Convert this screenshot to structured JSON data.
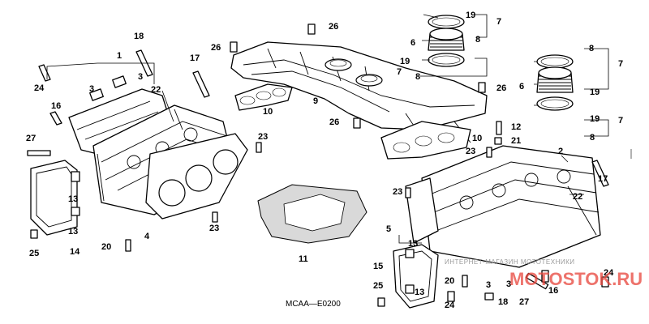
{
  "diagram": {
    "code": "MCAA—E0200",
    "watermark_text": "ИНТЕРНЕТ-МАГАЗИН МОТОТЕХНИКИ",
    "watermark_logo": "MOTOSTOK.RU",
    "callouts": {
      "c1": "1",
      "c2": "2",
      "c3a": "3",
      "c3b": "3",
      "c3c": "3",
      "c3d": "3",
      "c4": "4",
      "c5": "5",
      "c6a": "6",
      "c6b": "6",
      "c7a": "7",
      "c7b": "7",
      "c7c": "7",
      "c7d": "7",
      "c8a": "8",
      "c8b": "8",
      "c8c": "8",
      "c8d": "8",
      "c9": "9",
      "c10a": "10",
      "c10b": "10",
      "c11": "11",
      "c12": "12",
      "c13a": "13",
      "c13b": "13",
      "c13c": "13",
      "c13d": "13",
      "c14": "14",
      "c15": "15",
      "c16a": "16",
      "c16b": "16",
      "c17a": "17",
      "c17b": "17",
      "c18a": "18",
      "c18b": "18",
      "c19a": "19",
      "c19b": "19",
      "c19c": "19",
      "c19d": "19",
      "c20a": "20",
      "c20b": "20",
      "c21": "21",
      "c22a": "22",
      "c22b": "22",
      "c23a": "23",
      "c23b": "23",
      "c23c": "23",
      "c23d": "23",
      "c24a": "24",
      "c24b": "24",
      "c24c": "24",
      "c25a": "25",
      "c25b": "25",
      "c26a": "26",
      "c26b": "26",
      "c26c": "26",
      "c26d": "26",
      "c27a": "27",
      "c27b": "27"
    }
  }
}
